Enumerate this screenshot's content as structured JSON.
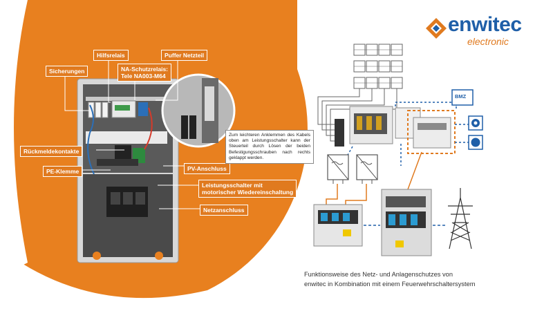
{
  "logo": {
    "name": "enwitec",
    "sub": "electronic",
    "colors": {
      "blue": "#1f5fa8",
      "orange": "#e07a1f"
    }
  },
  "labels": {
    "hilfsrelais": "Hilfsrelais",
    "puffer": "Puffer Netzteil",
    "sicherungen": "Sicherungen",
    "na_line1": "NA-Schutzrelais:",
    "na_line2": "Tele NA003-M64",
    "rueckmelde": "Rückmeldekontakte",
    "pe": "PE-Klemme",
    "pv": "PV-Anschluss",
    "ls_line1": "Leistungsschalter mit",
    "ls_line2": "motorischer Wiedereinschaltung",
    "netz": "Netzanschluss"
  },
  "note": "Zum leichteren Anklemmen des Kabels oben am Leistungsschalter kann der Steuerteil durch Lösen der beiden Befestigungsschrauben nach rechts geklappt werden.",
  "bmz": "BMZ",
  "caption": {
    "line1": "Funktionsweise des Netz- und Anlagenschutzes von",
    "line2": "enwitec in Kombination mit einem Feuerwehrschaltersystem"
  }
}
